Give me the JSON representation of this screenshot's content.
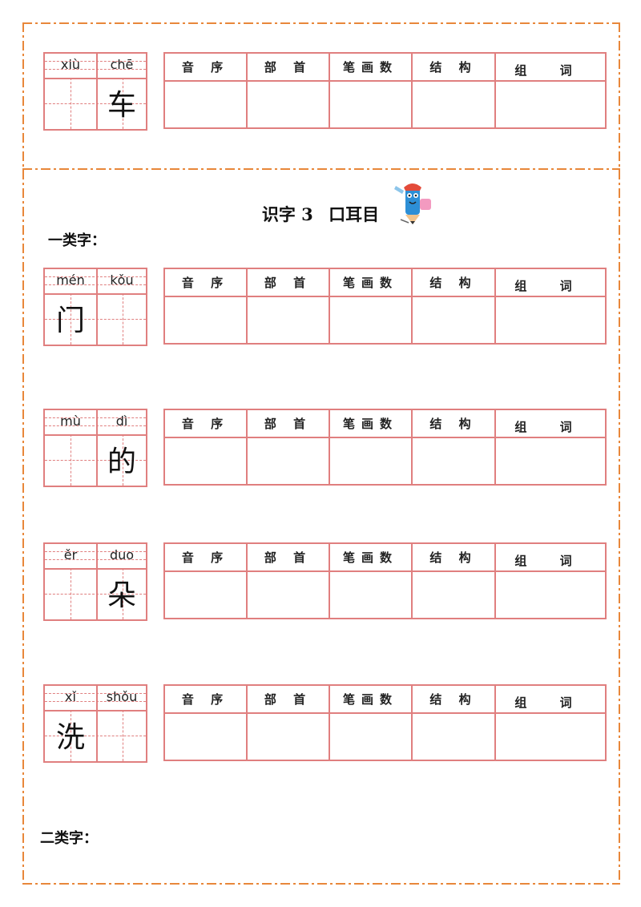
{
  "title": {
    "lesson": "识字 3",
    "characters": "口耳目"
  },
  "sections": {
    "first": "一类字：",
    "second": "二类字："
  },
  "table_headers": [
    "音 序",
    "部 首",
    "笔画数",
    "结 构",
    "组 词"
  ],
  "entries": [
    {
      "pinyin_left": "xiù",
      "pinyin_right": "chē",
      "char_left": "",
      "char_right": "车"
    },
    {
      "pinyin_left": "mén",
      "pinyin_right": "kǒu",
      "char_left": "门",
      "char_right": ""
    },
    {
      "pinyin_left": "mù",
      "pinyin_right": "dì",
      "char_left": "",
      "char_right": "的"
    },
    {
      "pinyin_left": "ěr",
      "pinyin_right": "duo",
      "char_left": "",
      "char_right": "朵"
    },
    {
      "pinyin_left": "xǐ",
      "pinyin_right": "shǒu",
      "char_left": "洗",
      "char_right": ""
    }
  ],
  "colors": {
    "frame": "#e8873a",
    "grid": "#e07f7f"
  },
  "icons": {
    "mascot": "pencil-mascot-icon"
  }
}
